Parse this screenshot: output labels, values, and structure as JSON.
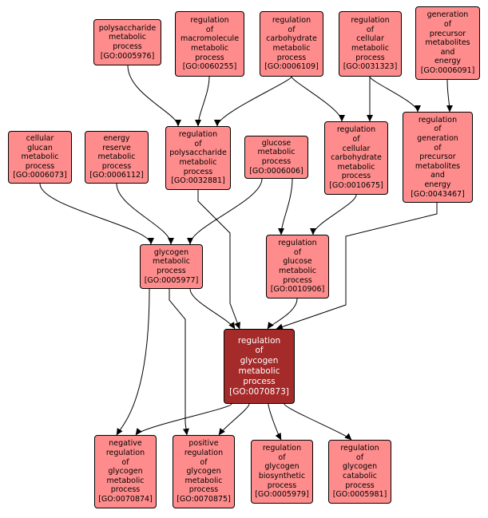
{
  "diagram": {
    "nodes": [
      {
        "id": "n5976",
        "lines": [
          "polysaccharide",
          "metabolic",
          "process"
        ],
        "go_id": "[GO:0005976]"
      },
      {
        "id": "n60255",
        "lines": [
          "regulation",
          "of",
          "macromolecule",
          "metabolic",
          "process"
        ],
        "go_id": "[GO:0060255]"
      },
      {
        "id": "n6109",
        "lines": [
          "regulation",
          "of",
          "carbohydrate",
          "metabolic",
          "process"
        ],
        "go_id": "[GO:0006109]"
      },
      {
        "id": "n31323",
        "lines": [
          "regulation",
          "of",
          "cellular",
          "metabolic",
          "process"
        ],
        "go_id": "[GO:0031323]"
      },
      {
        "id": "n6091",
        "lines": [
          "generation",
          "of",
          "precursor",
          "metabolites",
          "and",
          "energy"
        ],
        "go_id": "[GO:0006091]"
      },
      {
        "id": "n6073",
        "lines": [
          "cellular",
          "glucan",
          "metabolic",
          "process"
        ],
        "go_id": "[GO:0006073]"
      },
      {
        "id": "n6112",
        "lines": [
          "energy",
          "reserve",
          "metabolic",
          "process"
        ],
        "go_id": "[GO:0006112]"
      },
      {
        "id": "n32881",
        "lines": [
          "regulation",
          "of",
          "polysaccharide",
          "metabolic",
          "process"
        ],
        "go_id": "[GO:0032881]"
      },
      {
        "id": "n6006",
        "lines": [
          "glucose",
          "metabolic",
          "process"
        ],
        "go_id": "[GO:0006006]"
      },
      {
        "id": "n10675",
        "lines": [
          "regulation",
          "of",
          "cellular",
          "carbohydrate",
          "metabolic",
          "process"
        ],
        "go_id": "[GO:0010675]"
      },
      {
        "id": "n43467",
        "lines": [
          "regulation",
          "of",
          "generation",
          "of",
          "precursor",
          "metabolites",
          "and",
          "energy"
        ],
        "go_id": "[GO:0043467]"
      },
      {
        "id": "n5977",
        "lines": [
          "glycogen",
          "metabolic",
          "process"
        ],
        "go_id": "[GO:0005977]"
      },
      {
        "id": "n10906",
        "lines": [
          "regulation",
          "of",
          "glucose",
          "metabolic",
          "process"
        ],
        "go_id": "[GO:0010906]"
      },
      {
        "id": "n70873",
        "lines": [
          "regulation",
          "of",
          "glycogen",
          "metabolic",
          "process"
        ],
        "go_id": "[GO:0070873]",
        "focus": true
      },
      {
        "id": "n70874",
        "lines": [
          "negative",
          "regulation",
          "of",
          "glycogen",
          "metabolic",
          "process"
        ],
        "go_id": "[GO:0070874]"
      },
      {
        "id": "n70875",
        "lines": [
          "positive",
          "regulation",
          "of",
          "glycogen",
          "metabolic",
          "process"
        ],
        "go_id": "[GO:0070875]"
      },
      {
        "id": "n5979",
        "lines": [
          "regulation",
          "of",
          "glycogen",
          "biosynthetic",
          "process"
        ],
        "go_id": "[GO:0005979]"
      },
      {
        "id": "n5981",
        "lines": [
          "regulation",
          "of",
          "glycogen",
          "catabolic",
          "process"
        ],
        "go_id": "[GO:0005981]"
      }
    ],
    "edges": [
      {
        "from": "n5976",
        "to": "n32881"
      },
      {
        "from": "n60255",
        "to": "n32881"
      },
      {
        "from": "n6109",
        "to": "n32881"
      },
      {
        "from": "n6109",
        "to": "n10675"
      },
      {
        "from": "n31323",
        "to": "n10675"
      },
      {
        "from": "n31323",
        "to": "n43467"
      },
      {
        "from": "n6091",
        "to": "n43467"
      },
      {
        "from": "n6073",
        "to": "n5977"
      },
      {
        "from": "n6112",
        "to": "n5977"
      },
      {
        "from": "n6006",
        "to": "n5977"
      },
      {
        "from": "n6006",
        "to": "n10906"
      },
      {
        "from": "n10675",
        "to": "n10906"
      },
      {
        "from": "n32881",
        "to": "n70873"
      },
      {
        "from": "n5977",
        "to": "n70873"
      },
      {
        "from": "n10906",
        "to": "n70873"
      },
      {
        "from": "n43467",
        "to": "n70873"
      },
      {
        "from": "n5977",
        "to": "n70874"
      },
      {
        "from": "n5977",
        "to": "n70875"
      },
      {
        "from": "n70873",
        "to": "n70874"
      },
      {
        "from": "n70873",
        "to": "n70875"
      },
      {
        "from": "n70873",
        "to": "n5979"
      },
      {
        "from": "n70873",
        "to": "n5981"
      }
    ],
    "colors": {
      "node_fill": "#ff8c8c",
      "focus_fill": "#a52a2a",
      "border": "#000000",
      "edge": "#000000"
    }
  }
}
